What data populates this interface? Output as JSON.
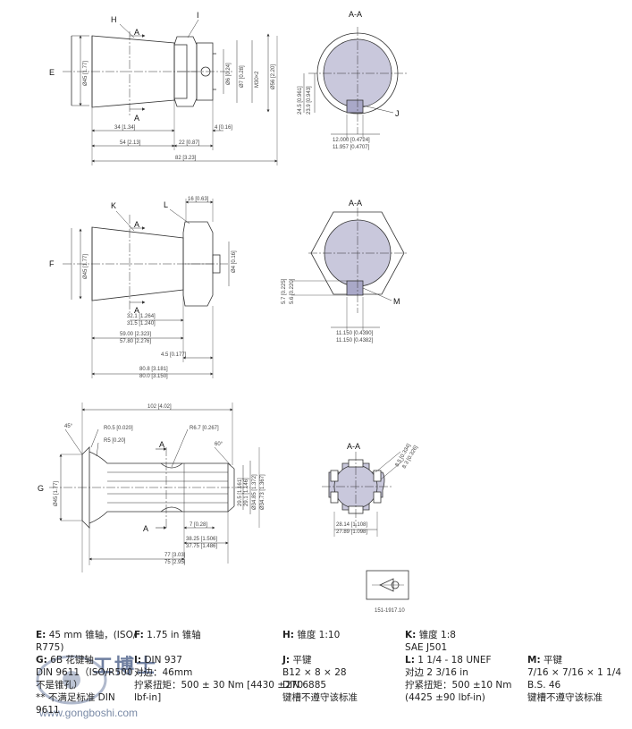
{
  "drawing": {
    "sec1": {
      "label_e": "E",
      "label_h": "H",
      "label_i": "I",
      "label_j": "J",
      "aa": "A-A",
      "arrow_a_top": "A",
      "arrow_a_bottom": "A",
      "dims": {
        "d45": "Ø45 [1.77]",
        "d34": "34 [1.34]",
        "d54": "54 [2.13]",
        "d82": "82 [3.23]",
        "d4": "4 [0.16]",
        "d22": "22 [0.87]",
        "d6": "Ø6 [0.24]",
        "d7": "Ø7 [0.28]",
        "m30": "M30×2",
        "d56": "Ø56 [2.20]",
        "h24": "24.5 [0.961]",
        "h239": "23.9 [0.943]",
        "w12": "12.000 [0.4724]",
        "w11": "11.957 [0.4707]"
      }
    },
    "sec2": {
      "label_f": "F",
      "label_k": "K",
      "label_l": "L",
      "label_m": "M",
      "aa": "A-A",
      "arrow_a_top": "A",
      "arrow_a_bottom": "A",
      "dims": {
        "d16": "16 [0.63]",
        "d45": "Ø45 [1.77]",
        "d4": "Ø4 [0.16]",
        "d321": "32.1 [1.264]",
        "d315": "31.5 [1.240]",
        "d59": "59.00 [2.323]",
        "d578": "57.80 [2.276]",
        "d45b": "4.5 [0.177]",
        "d808": "80.8 [3.181]",
        "d80": "80.0 [3.150]",
        "h57": "5.7 [0.225]",
        "h56": "5.6 [0.220]",
        "w1115a": "11.150 [0.4390]",
        "w1115b": "11.150 [0.4382]"
      }
    },
    "sec3": {
      "label_g": "G",
      "aa": "A-A",
      "arrow_a_top": "A",
      "arrow_a_bottom": "A",
      "dims": {
        "d102": "102 [4.02]",
        "a45": "45°",
        "r05": "R0.5 [0.020]",
        "r5": "R5 [0.20]",
        "r67": "R6.7 [0.267]",
        "a60": "60°",
        "d45": "Ø45 [1.77]",
        "d295a": "29.5 [1.161]",
        "d295b": "29.1 [1.146]",
        "d348": "Ø34.85 [1.372]",
        "d342": "Ø34.73 [1.367]",
        "d7": "7 [0.28]",
        "d3825": "38.25 [1.506]",
        "d3775": "37.75 [1.486]",
        "d77": "77 [3.03]",
        "d75": "75 [2.95]",
        "d814": "28.14 [1.108]",
        "d2789": "27.89 [1.098]",
        "r85": "8.5 [0.334]",
        "r83": "8.3 [0.326]"
      }
    },
    "ref_code": "151-1917.10"
  },
  "legend": {
    "e": {
      "key": "E:",
      "lines": [
        "45 mm 锥轴，(ISO/",
        "R775)"
      ]
    },
    "f": {
      "key": "F:",
      "lines": [
        "1.75 in 锥轴"
      ]
    },
    "g": {
      "key": "G:",
      "lines": [
        "6B 花键轴",
        "DIN 9611（ISO/R500",
        "不是锥孔）",
        "** 不满足标准 DIN",
        "9611"
      ]
    },
    "i": {
      "key": "I:",
      "lines": [
        "DIN 937",
        "对边：46mm",
        "拧紧扭矩：500 ± 30 Nm [4430 ±270",
        "lbf-in]"
      ]
    },
    "h": {
      "key": "H:",
      "lines": [
        "锥度 1:10"
      ]
    },
    "j": {
      "key": "J:",
      "lines": [
        "平键",
        "B12 × 8 × 28",
        "DIN 6885",
        "键槽不遵守该标准"
      ]
    },
    "k": {
      "key": "K:",
      "lines": [
        "锥度 1:8",
        "SAE J501"
      ]
    },
    "l": {
      "key": "L:",
      "lines": [
        "1 1/4 - 18 UNEF",
        "对边 2 3/16 in",
        "拧紧扭矩：500 ±10 Nm",
        "(4425 ±90 lbf-in)"
      ]
    },
    "m": {
      "key": "M:",
      "lines": [
        "平键",
        "7/16 × 7/16 × 1 1/4",
        "B.S. 46",
        "键槽不遵守该标准"
      ]
    }
  },
  "watermark": {
    "cn": "工博士",
    "url": "www.gongboshi.com"
  }
}
